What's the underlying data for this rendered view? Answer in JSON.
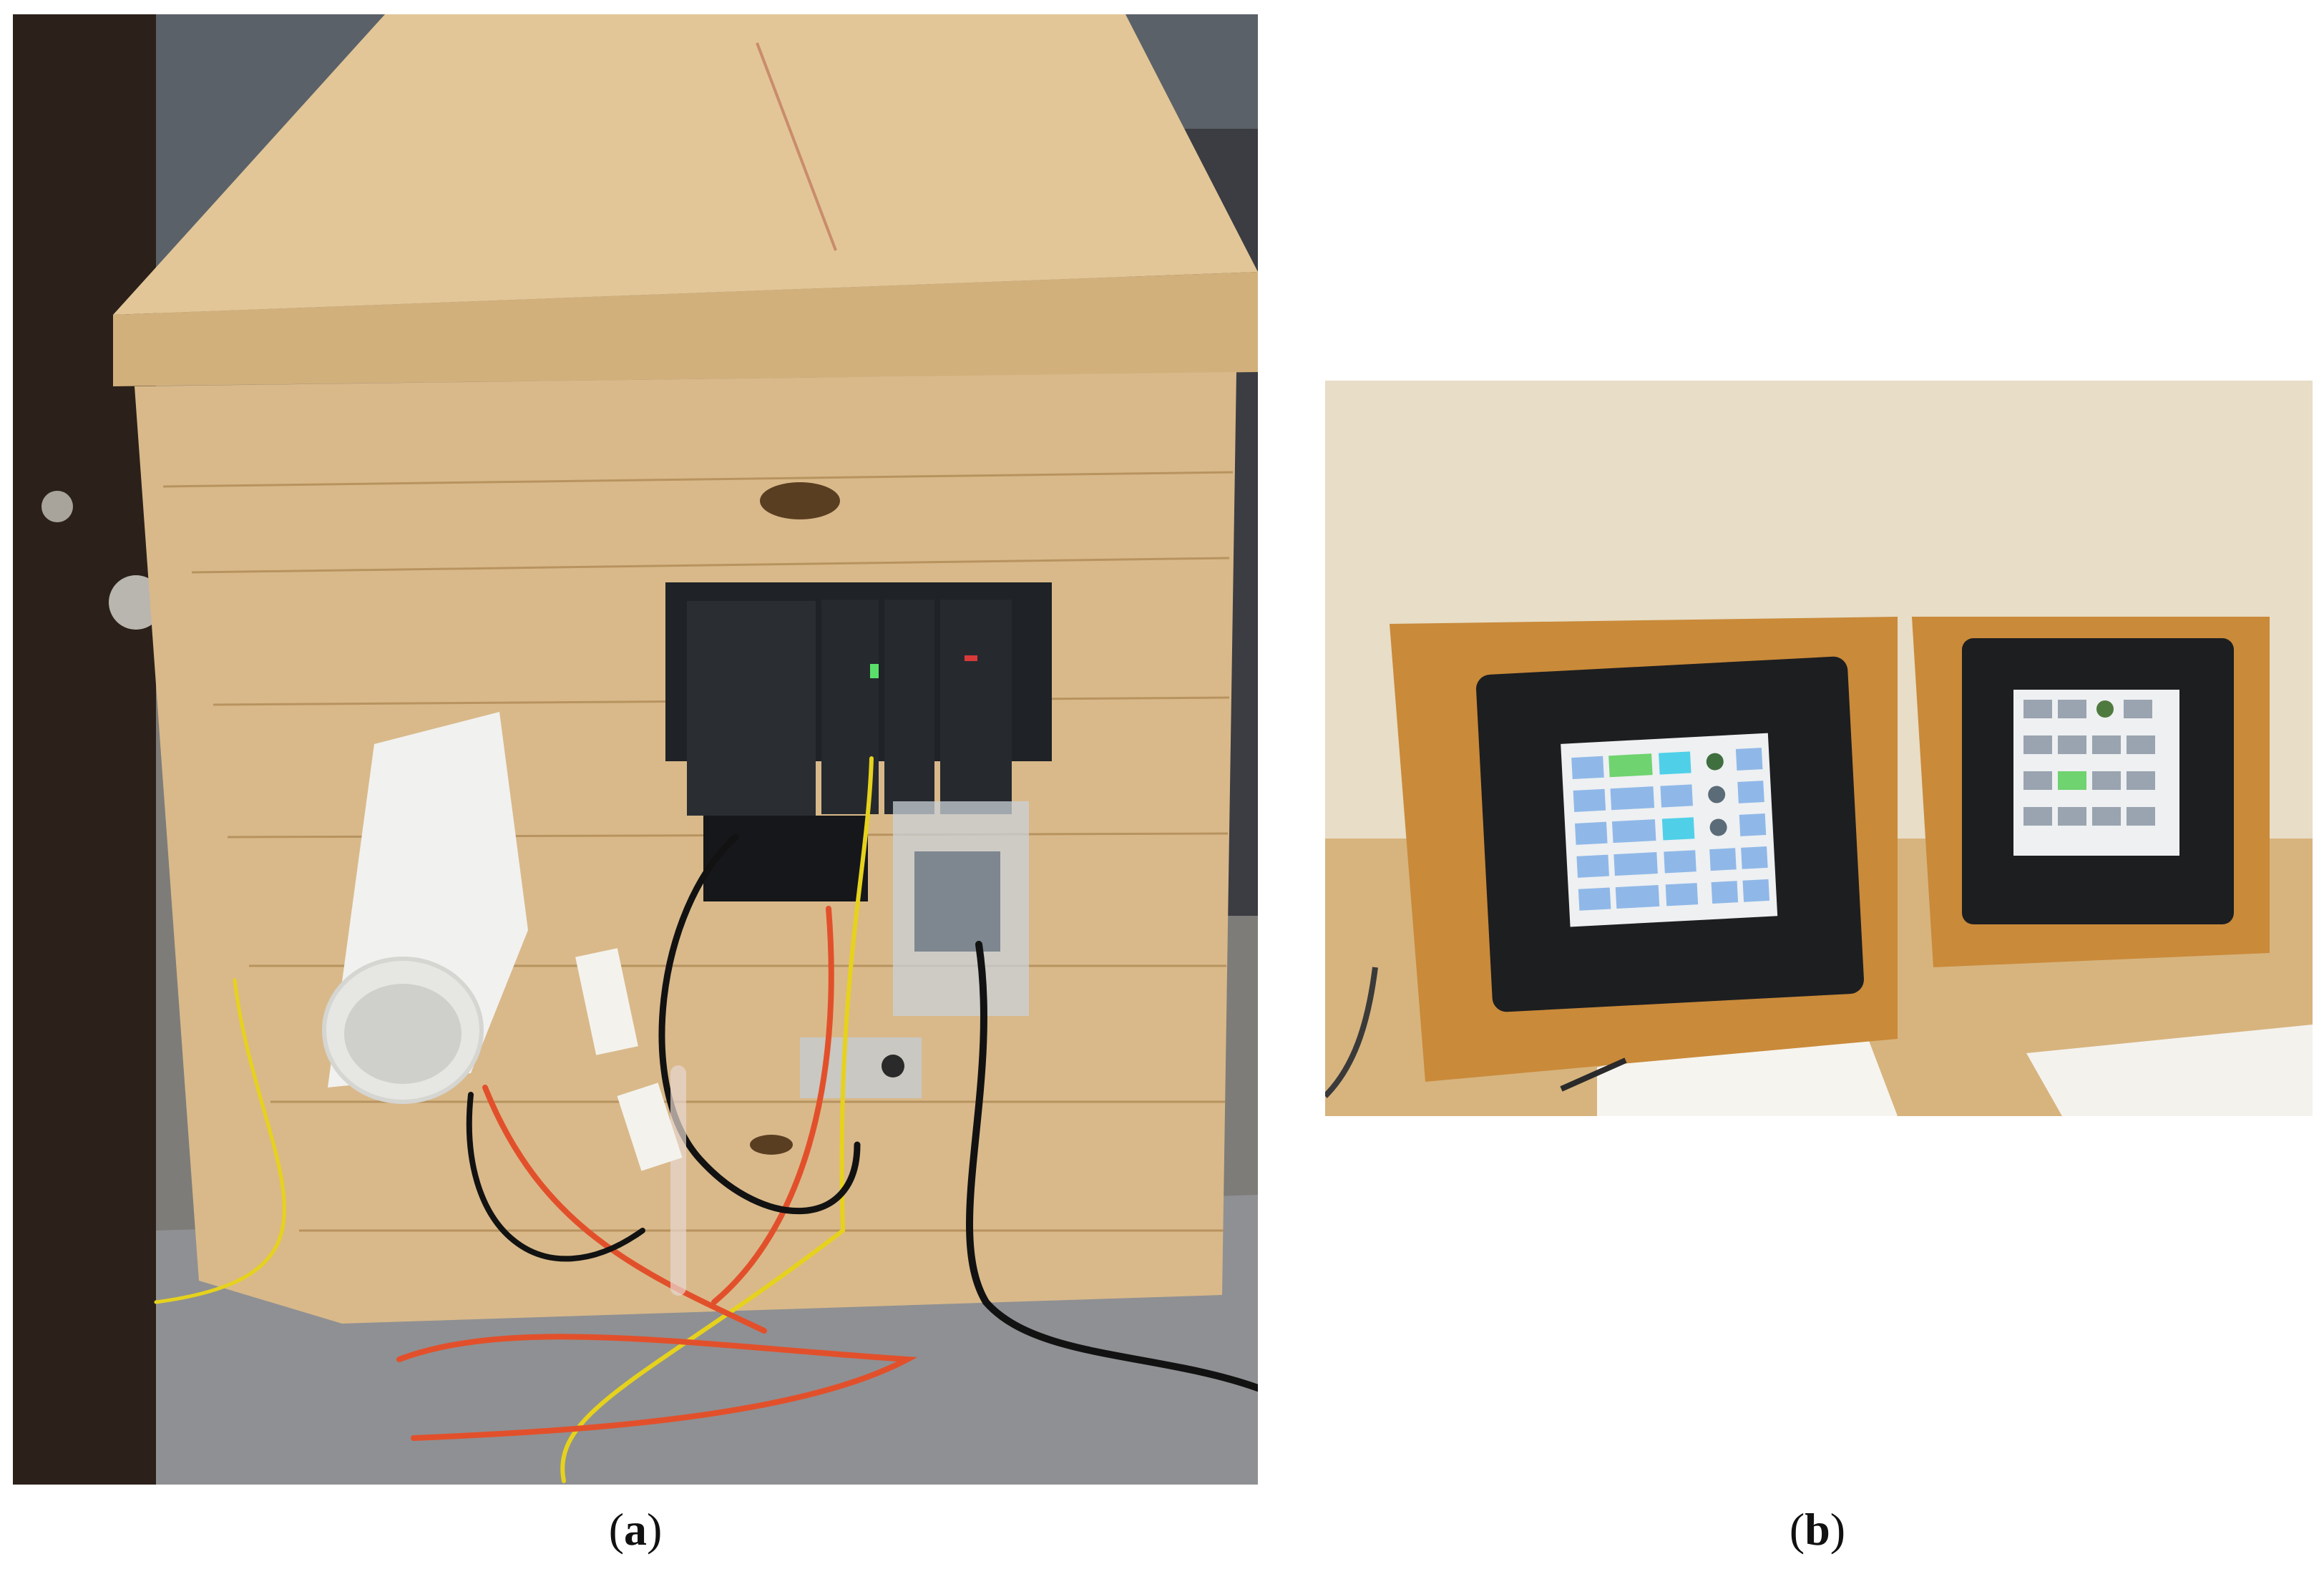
{
  "figure": {
    "panels": [
      {
        "id": "a",
        "caption_letter": "a"
      },
      {
        "id": "b",
        "caption_letter": "b"
      }
    ]
  },
  "colors": {
    "plywood": "#d9b98a",
    "plywood_dark": "#b8935f",
    "floor": "#8f9093",
    "plc_black": "#1f2226",
    "wall": "#e8ddc6",
    "stand_wood": "#c98a3a",
    "screen_blue": "#8fb8e8",
    "screen_green": "#6fd36f",
    "screen_cyan": "#4fd0e8",
    "cable_orange": "#e2502b",
    "cable_yellow": "#e6d21c"
  },
  "icons": [
    "plc-rack",
    "hmi-touchscreen",
    "power-outlet",
    "duct-hose"
  ]
}
